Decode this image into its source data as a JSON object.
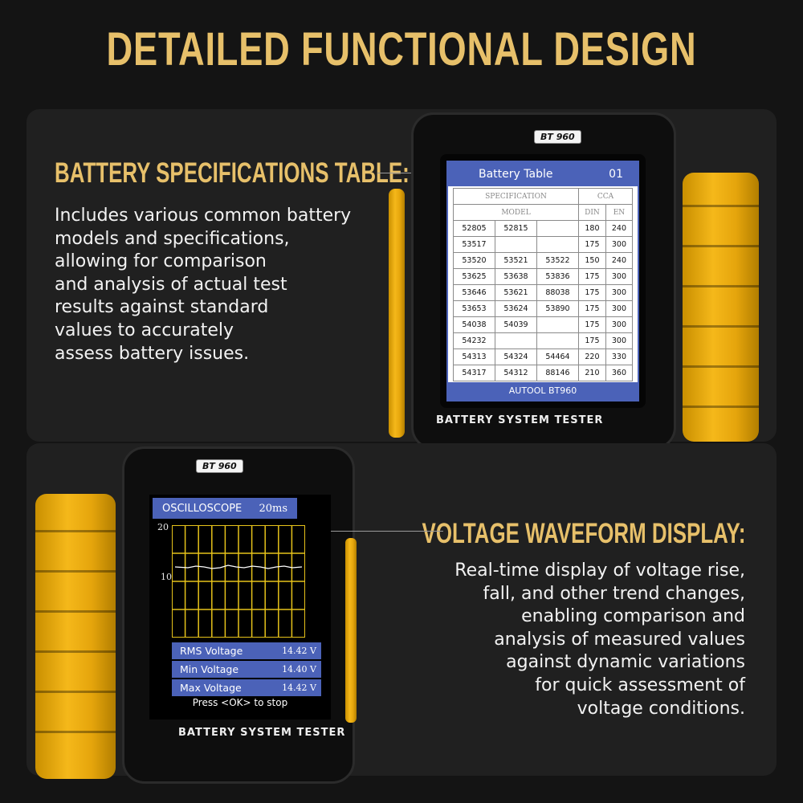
{
  "title": "DETAILED FUNCTIONAL DESIGN",
  "sections": [
    {
      "heading": "BATTERY SPECIFICATIONS TABLE:",
      "body": "Includes various common battery\nmodels and specifications,\nallowing for comparison\nand analysis of actual test\nresults against standard\nvalues to accurately\nassess battery issues."
    },
    {
      "heading": "VOLTAGE WAVEFORM DISPLAY:",
      "body": "Real-time display of voltage rise,\nfall, and other trend changes,\nenabling comparison and\nanalysis of measured values\nagainst dynamic variations\nfor quick assessment of\nvoltage conditions."
    }
  ],
  "device": {
    "model_badge": "BT 960",
    "label": "BATTERY SYSTEM TESTER"
  },
  "battery_table": {
    "title": "Battery Table",
    "page": "01",
    "spec_header": "SPECIFICATION",
    "cca_header": "CCA",
    "model_header": "MODEL",
    "din_header": "DIN",
    "en_header": "EN",
    "rows": [
      [
        "52805",
        "52815",
        "",
        "180",
        "240"
      ],
      [
        "53517",
        "",
        "",
        "175",
        "300"
      ],
      [
        "53520",
        "53521",
        "53522",
        "150",
        "240"
      ],
      [
        "53625",
        "53638",
        "53836",
        "175",
        "300"
      ],
      [
        "53646",
        "53621",
        "88038",
        "175",
        "300"
      ],
      [
        "53653",
        "53624",
        "53890",
        "175",
        "300"
      ],
      [
        "54038",
        "54039",
        "",
        "175",
        "300"
      ],
      [
        "54232",
        "",
        "",
        "175",
        "300"
      ],
      [
        "54313",
        "54324",
        "54464",
        "220",
        "330"
      ],
      [
        "54317",
        "54312",
        "88146",
        "210",
        "360"
      ]
    ],
    "footer": "AUTOOL   BT960"
  },
  "oscilloscope": {
    "title": "OSCILLOSCOPE",
    "timebase": "20ms",
    "y_labels": [
      "20",
      "10"
    ],
    "readings": [
      {
        "label": "RMS Voltage",
        "value": "14.42 V"
      },
      {
        "label": "Min  Voltage",
        "value": "14.40 V"
      },
      {
        "label": "Max Voltage",
        "value": "14.42 V"
      }
    ],
    "hint": "Press <OK> to stop"
  },
  "colors": {
    "gold": "#e7c06a",
    "screen_blue": "#4b62b8",
    "grid_yellow": "#e6c21a",
    "grip_yellow": "#f5b81a"
  }
}
